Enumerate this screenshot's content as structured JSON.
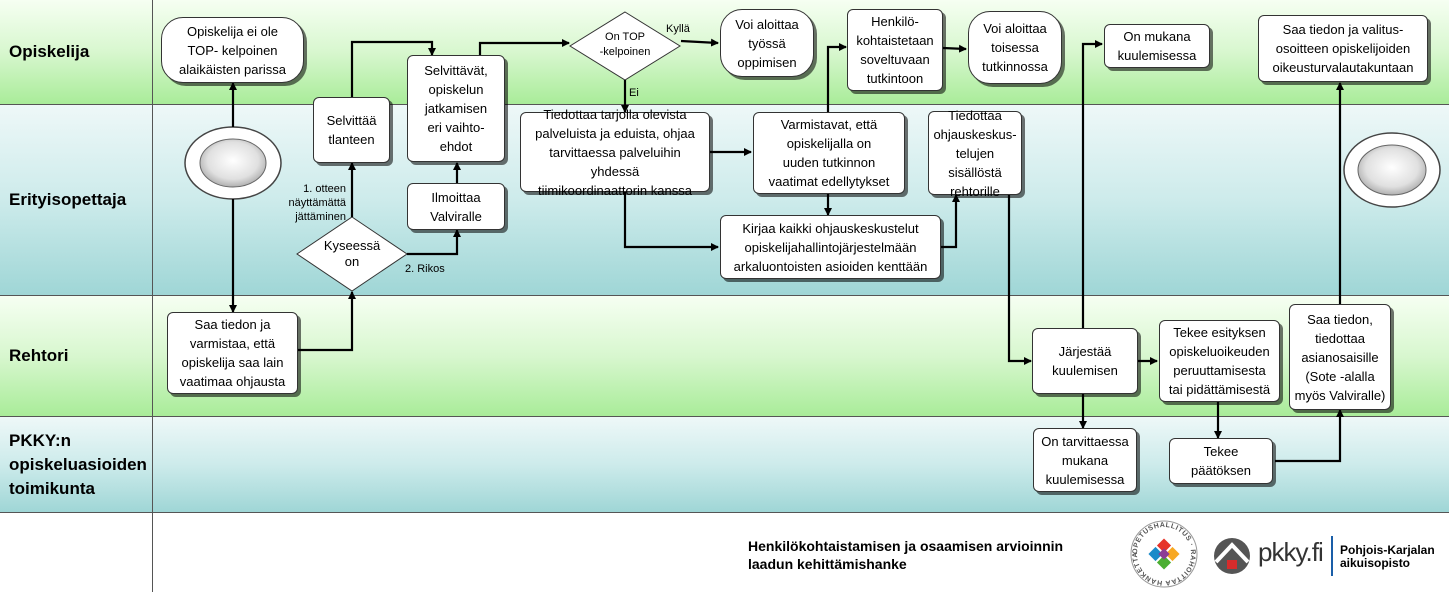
{
  "lanes": {
    "opiskelija": "Opiskelija",
    "erityisopettaja": "Erityisopettaja",
    "rehtori": "Rehtori",
    "toimikunta": "PKKY:n\nopiskeluasioiden\ntoimikunta"
  },
  "nodes": {
    "ei_kelpoinen": "Opiskelija ei ole\nTOP- kelpoinen\nalaikäisten parissa",
    "selvittaa_tilanteen": "Selvittää\ntlanteen",
    "selvittavat": "Selvittävät,\nopiskelun\njatkamisen\neri vaihto-\nehdot",
    "ilmoittaa_valviralle": "Ilmoittaa\nValviralle",
    "voi_aloittaa_tyossa": "Voi aloittaa\ntyössä\noppimisen",
    "henkilokohtaistetaan": "Henkilö-\nkohtaistetaan\nsoveltuvaan\ntutkintoon",
    "voi_aloittaa_toisessa": "Voi aloittaa\ntoisessa\ntutkinnossa",
    "on_mukana": "On mukana\nkuulemisessa",
    "saa_tiedon_valitus": "Saa tiedon ja valitus-\nosoitteen opiskelijoiden\noikeusturvalautakuntaan",
    "tiedottaa_palveluista": "Tiedottaa tarjolla olevista\npalveluista ja eduista, ohjaa\ntarvittaessa palveluihin yhdessä\ntiimikoordinaattorin kanssa",
    "varmistavat": "Varmistavat, että\nopiskelijalla on\nuuden tutkinnon\nvaatimat edellytykset",
    "tiedottaa_ohjaus": "Tiedottaa\nohjauskeskus-\ntelujen sisällöstä\nrehtorille",
    "kirjaa": "Kirjaa kaikki ohjauskeskustelut\nopiskelijahallintojärjestelmään\narkaluontoisten asioiden kenttään",
    "saa_tiedon_varmistaa": "Saa tiedon ja\nvarmistaa, että\nopiskelija saa lain\nvaatimaa ohjausta",
    "jarjestaa": "Järjestää\nkuulemisen",
    "tekee_esityksen": "Tekee esityksen\nopiskeluoikeuden\nperuuttamisesta\ntai pidättämisestä",
    "saa_tiedon_tiedottaa": "Saa tiedon,\ntiedottaa\nasianosaisille\n(Sote -alalla\nmyös Valviralle)",
    "on_tarvittaessa": "On tarvittaessa\nmukana\nkuulemisessa",
    "tekee_paatoksen": "Tekee\npäätöksen"
  },
  "decisions": {
    "kyseessa_on": "Kyseessä\non",
    "on_top": "On TOP\n-kelpoinen"
  },
  "edge_labels": {
    "otteen": "1. otteen\nnäyttämättä\njättäminen",
    "rikos": "2. Rikos",
    "kylla": "Kyllä",
    "ei": "Ei"
  },
  "footer": {
    "title": "Henkilökohtaistamisen ja osaamisen arvioinnin\nlaadun kehittämishanke",
    "seal_text": "OPETUSHALLITUS · RAHOITTAA HANKETTA",
    "pkky_logo": "pkky.fi",
    "pk_aikuisopisto": "Pohjois-Karjalan\naikuisopisto"
  }
}
